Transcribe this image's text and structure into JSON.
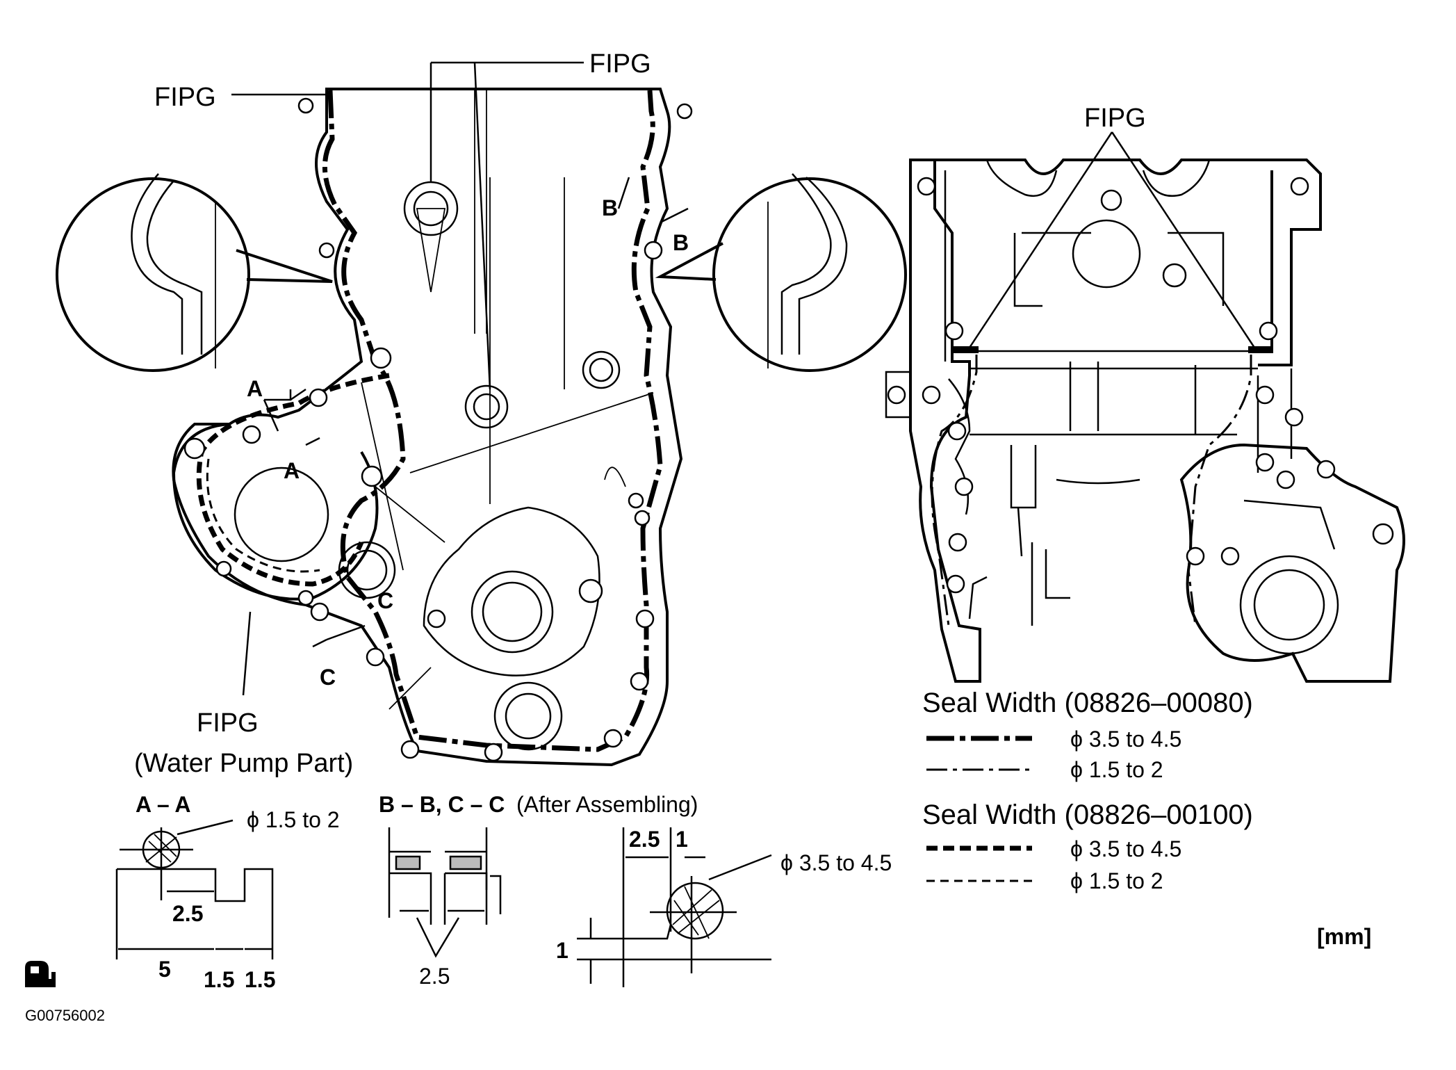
{
  "labels": {
    "fipg": "FIPG",
    "fipg_water_pump_line1": "FIPG",
    "fipg_water_pump_line2": "(Water Pump Part)",
    "section_a": "A",
    "section_b": "B",
    "section_c": "C"
  },
  "sections": {
    "aa_title": "A – A",
    "aa_diameter": "ϕ 1.5 to 2",
    "aa_dim_2_5": "2.5",
    "aa_dim_5": "5",
    "aa_dim_1_5a": "1.5",
    "aa_dim_1_5b": "1.5",
    "bb_title": "B – B, C – C",
    "bb_subtitle": "(After Assembling)",
    "bb_dim": "2.5",
    "bead_dim_2_5": "2.5",
    "bead_dim_1a": "1",
    "bead_dim_1b": "1",
    "bead_diameter": "ϕ 3.5 to 4.5"
  },
  "legend": {
    "group1_title": "Seal Width (08826–00080)",
    "group1_row1": "ϕ 3.5 to 4.5",
    "group1_row2": "ϕ 1.5 to 2",
    "group2_title": "Seal Width (08826–00100)",
    "group2_row1": "ϕ 3.5 to 4.5",
    "group2_row2": "ϕ 1.5 to 2"
  },
  "units": "[mm]",
  "figure_id": "G00756002",
  "icon": "sealant-icon"
}
